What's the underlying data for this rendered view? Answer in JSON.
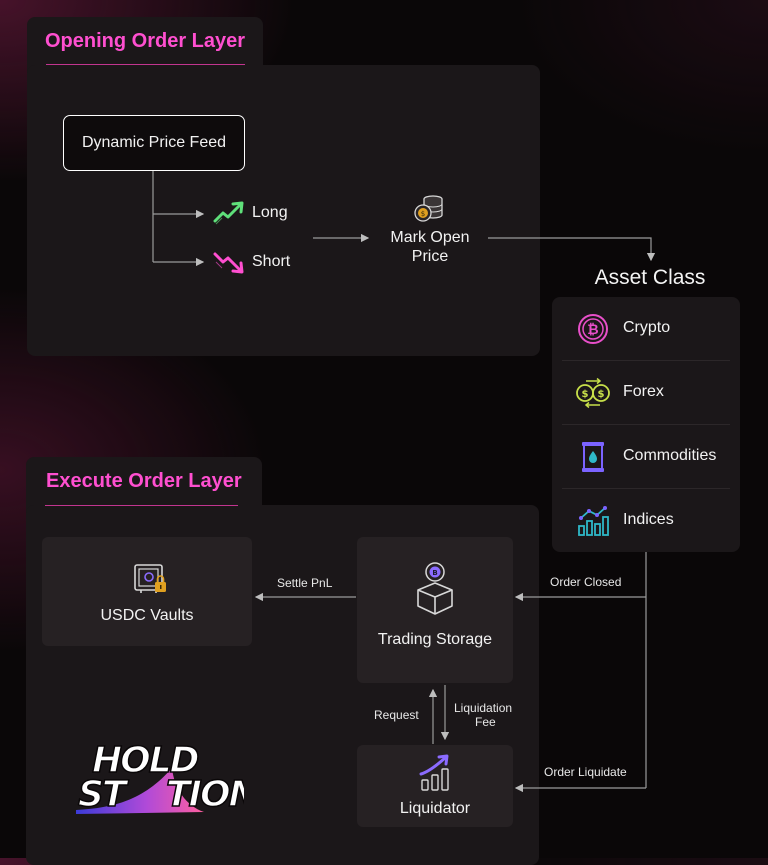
{
  "opening": {
    "title": "Opening Order Layer",
    "feed_label": "Dynamic Price Feed",
    "long_label": "Long",
    "short_label": "Short",
    "mark_open_price": [
      "Mark Open",
      "Price"
    ]
  },
  "asset_class": {
    "title": "Asset Class",
    "items": [
      {
        "label": "Crypto",
        "icon": "bitcoin-icon",
        "color": "#e84fc9"
      },
      {
        "label": "Forex",
        "icon": "currency-exchange-icon",
        "color": "#c8e04a"
      },
      {
        "label": "Commodities",
        "icon": "oil-barrel-icon",
        "color": "#7b63ff"
      },
      {
        "label": "Indices",
        "icon": "bar-chart-icon",
        "color": "#2fb8c8"
      }
    ]
  },
  "execute": {
    "title": "Execute Order Layer",
    "vaults_label": "USDC Vaults",
    "storage_label": "Trading Storage",
    "liquidator_label": "Liquidator",
    "settle_pnl": "Settle PnL",
    "order_closed": "Order Closed",
    "order_liquidate": "Order Liquidate",
    "request": "Request",
    "liquidation_fee": [
      "Liquidation",
      "Fee"
    ]
  },
  "logo": {
    "text": "HOLD STATION"
  },
  "colors": {
    "accent": "#ff4fd0",
    "long": "#5fe07a",
    "short": "#ff4fd0",
    "coin": "#e0a020"
  }
}
